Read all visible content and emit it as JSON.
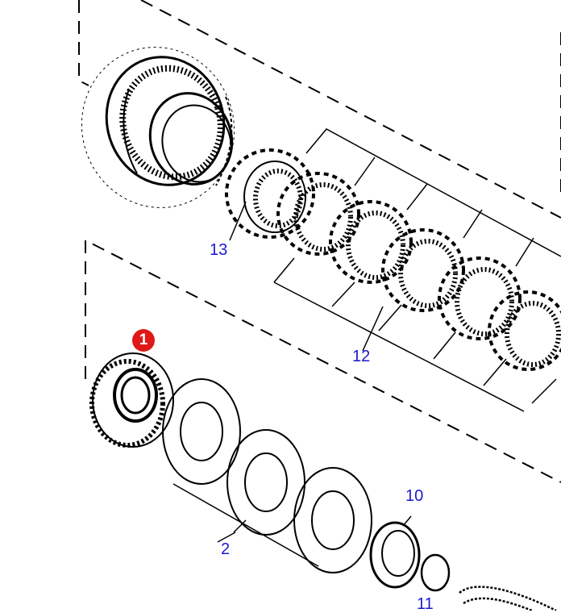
{
  "colors": {
    "line": "#000000",
    "callout_text": "#1a1ad0",
    "highlight_badge": "#e01818",
    "badge_text": "#ffffff",
    "background": "#ffffff"
  },
  "callouts": {
    "part_13": "13",
    "part_12": "12",
    "part_2": "2",
    "part_10": "10",
    "part_11": "11"
  },
  "highlight": {
    "label": "1"
  }
}
